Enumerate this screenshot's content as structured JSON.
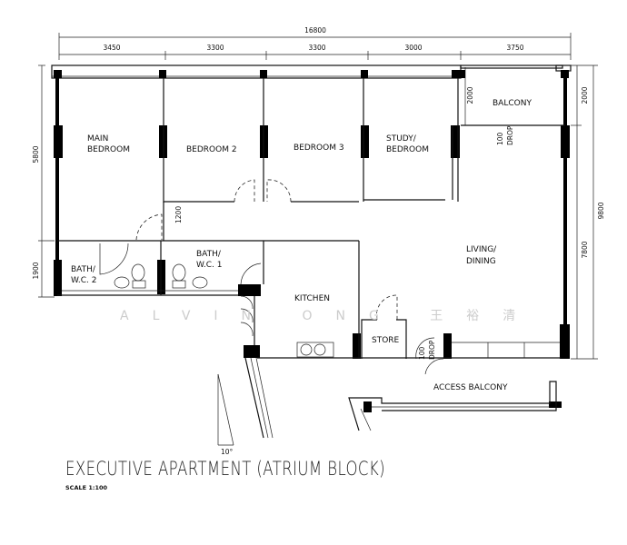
{
  "title": "EXECUTIVE APARTMENT (ATRIUM BLOCK)",
  "scale": "SCALE 1:100",
  "watermark": "ALVIN ONG 王裕清",
  "rooms": {
    "main_bedroom_1": "MAIN",
    "main_bedroom_2": "BEDROOM",
    "bedroom2": "BEDROOM 2",
    "bedroom3": "BEDROOM 3",
    "study_1": "STUDY/",
    "study_2": "BEDROOM",
    "balcony": "BALCONY",
    "living_1": "LIVING/",
    "living_2": "DINING",
    "bath2_1": "BATH/",
    "bath2_2": "W.C. 2",
    "bath1_1": "BATH/",
    "bath1_2": "W.C. 1",
    "kitchen": "KITCHEN",
    "store": "STORE",
    "access_balcony": "ACCESS BALCONY"
  },
  "dimensions": {
    "total_width": "16800",
    "widths": [
      "3450",
      "3300",
      "3300",
      "3000",
      "3750"
    ],
    "left": [
      "5800",
      "1900"
    ],
    "right_balcony": "2000",
    "right_inner": "2000",
    "right_living": "7800",
    "right_total": "9800",
    "corridor": "1200",
    "drop1_a": "100",
    "drop1_b": "DROP",
    "drop2_a": "100",
    "drop2_b": "DROP",
    "angle": "10°"
  }
}
